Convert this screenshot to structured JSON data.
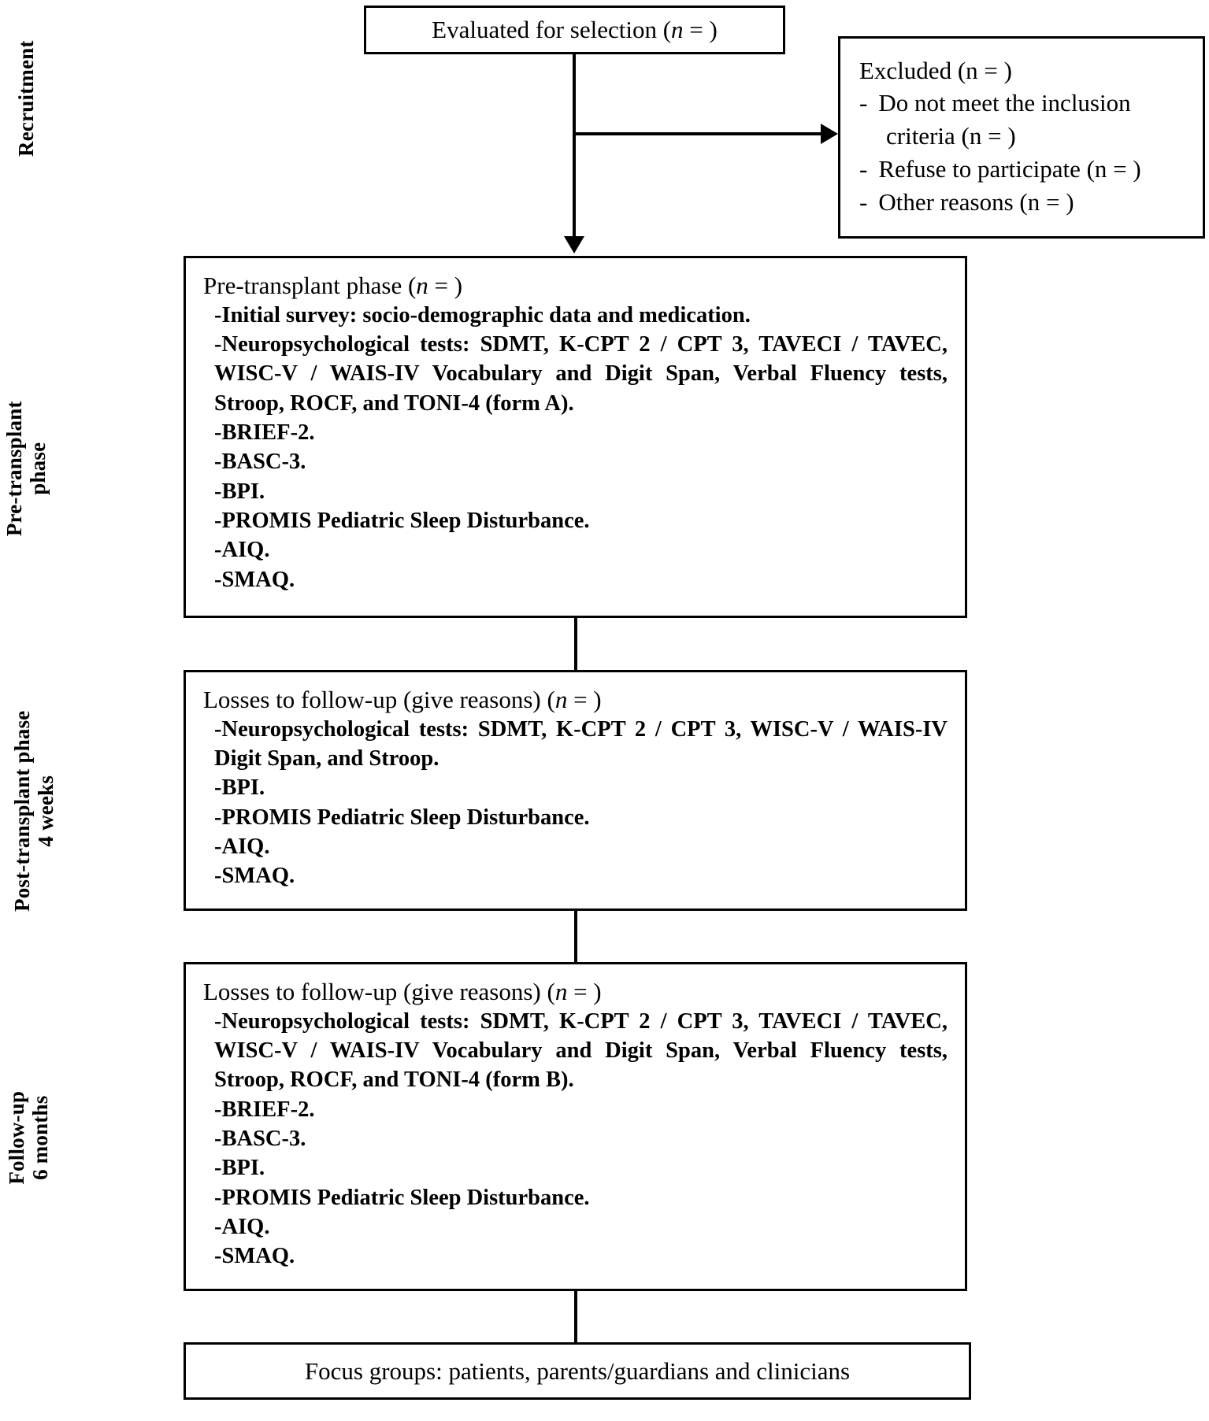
{
  "figure": {
    "type": "flowchart",
    "orientation": "vertical",
    "line_color": "#000000",
    "background_color": "#ffffff"
  },
  "rail_labels": [
    {
      "id": "recruitment",
      "lines": [
        "Recruitment"
      ]
    },
    {
      "id": "pre-transplant",
      "lines": [
        "Pre-transplant",
        "phase"
      ]
    },
    {
      "id": "post-transplant",
      "lines": [
        "Post-transplant phase",
        "4 weeks"
      ]
    },
    {
      "id": "follow-up",
      "lines": [
        "Follow-up",
        "6 months"
      ]
    }
  ],
  "nodes": {
    "evaluated": {
      "title_prefix": "Evaluated for selection (",
      "title_italic": "n",
      "title_suffix": " = )"
    },
    "excluded": {
      "title_prefix": "Excluded (",
      "title_italic": "n",
      "title_suffix": " = )",
      "items": [
        {
          "dash": "-",
          "text_prefix": "Do not meet the inclusion criteria (",
          "italic": "n",
          "text_suffix": " = )"
        },
        {
          "dash": "-",
          "text_prefix": "Refuse to participate (",
          "italic": "n",
          "text_suffix": " = )"
        },
        {
          "dash": "-",
          "text_prefix": "Other reasons (",
          "italic": "n",
          "text_suffix": " = )"
        }
      ]
    },
    "pre_transplant": {
      "title_prefix": "Pre-transplant phase (",
      "title_italic": "n",
      "title_suffix": " = )",
      "bullets": [
        "-Initial survey: socio-demographic data and medication.",
        "-Neuropsychological tests: SDMT, K-CPT 2 / CPT 3, TAVECI / TAVEC, WISC-V / WAIS-IV Vocabulary and Digit Span, Verbal Fluency tests, Stroop, ROCF, and TONI-4 (form A).",
        "-BRIEF-2.",
        "-BASC-3.",
        "-BPI.",
        "-PROMIS Pediatric Sleep Disturbance.",
        "-AIQ.",
        "-SMAQ."
      ]
    },
    "post_transplant": {
      "title_prefix": "Losses to follow-up (give reasons) (",
      "title_italic": "n",
      "title_suffix": " = )",
      "bullets": [
        "-Neuropsychological tests: SDMT, K-CPT 2 / CPT 3, WISC-V / WAIS-IV Digit Span, and Stroop.",
        "-BPI.",
        "-PROMIS Pediatric Sleep Disturbance.",
        "-AIQ.",
        "-SMAQ."
      ]
    },
    "follow_up": {
      "title_prefix": "Losses to follow-up (give reasons) (",
      "title_italic": "n",
      "title_suffix": " = )",
      "bullets": [
        "-Neuropsychological tests: SDMT, K-CPT 2 / CPT 3, TAVECI / TAVEC, WISC-V / WAIS-IV Vocabulary and Digit Span, Verbal Fluency tests, Stroop, ROCF, and TONI-4 (form B).",
        "-BRIEF-2.",
        "-BASC-3.",
        "-BPI.",
        "-PROMIS Pediatric Sleep Disturbance.",
        "-AIQ.",
        "-SMAQ."
      ]
    },
    "focus_groups": {
      "title": "Focus groups: patients, parents/guardians and clinicians"
    }
  }
}
